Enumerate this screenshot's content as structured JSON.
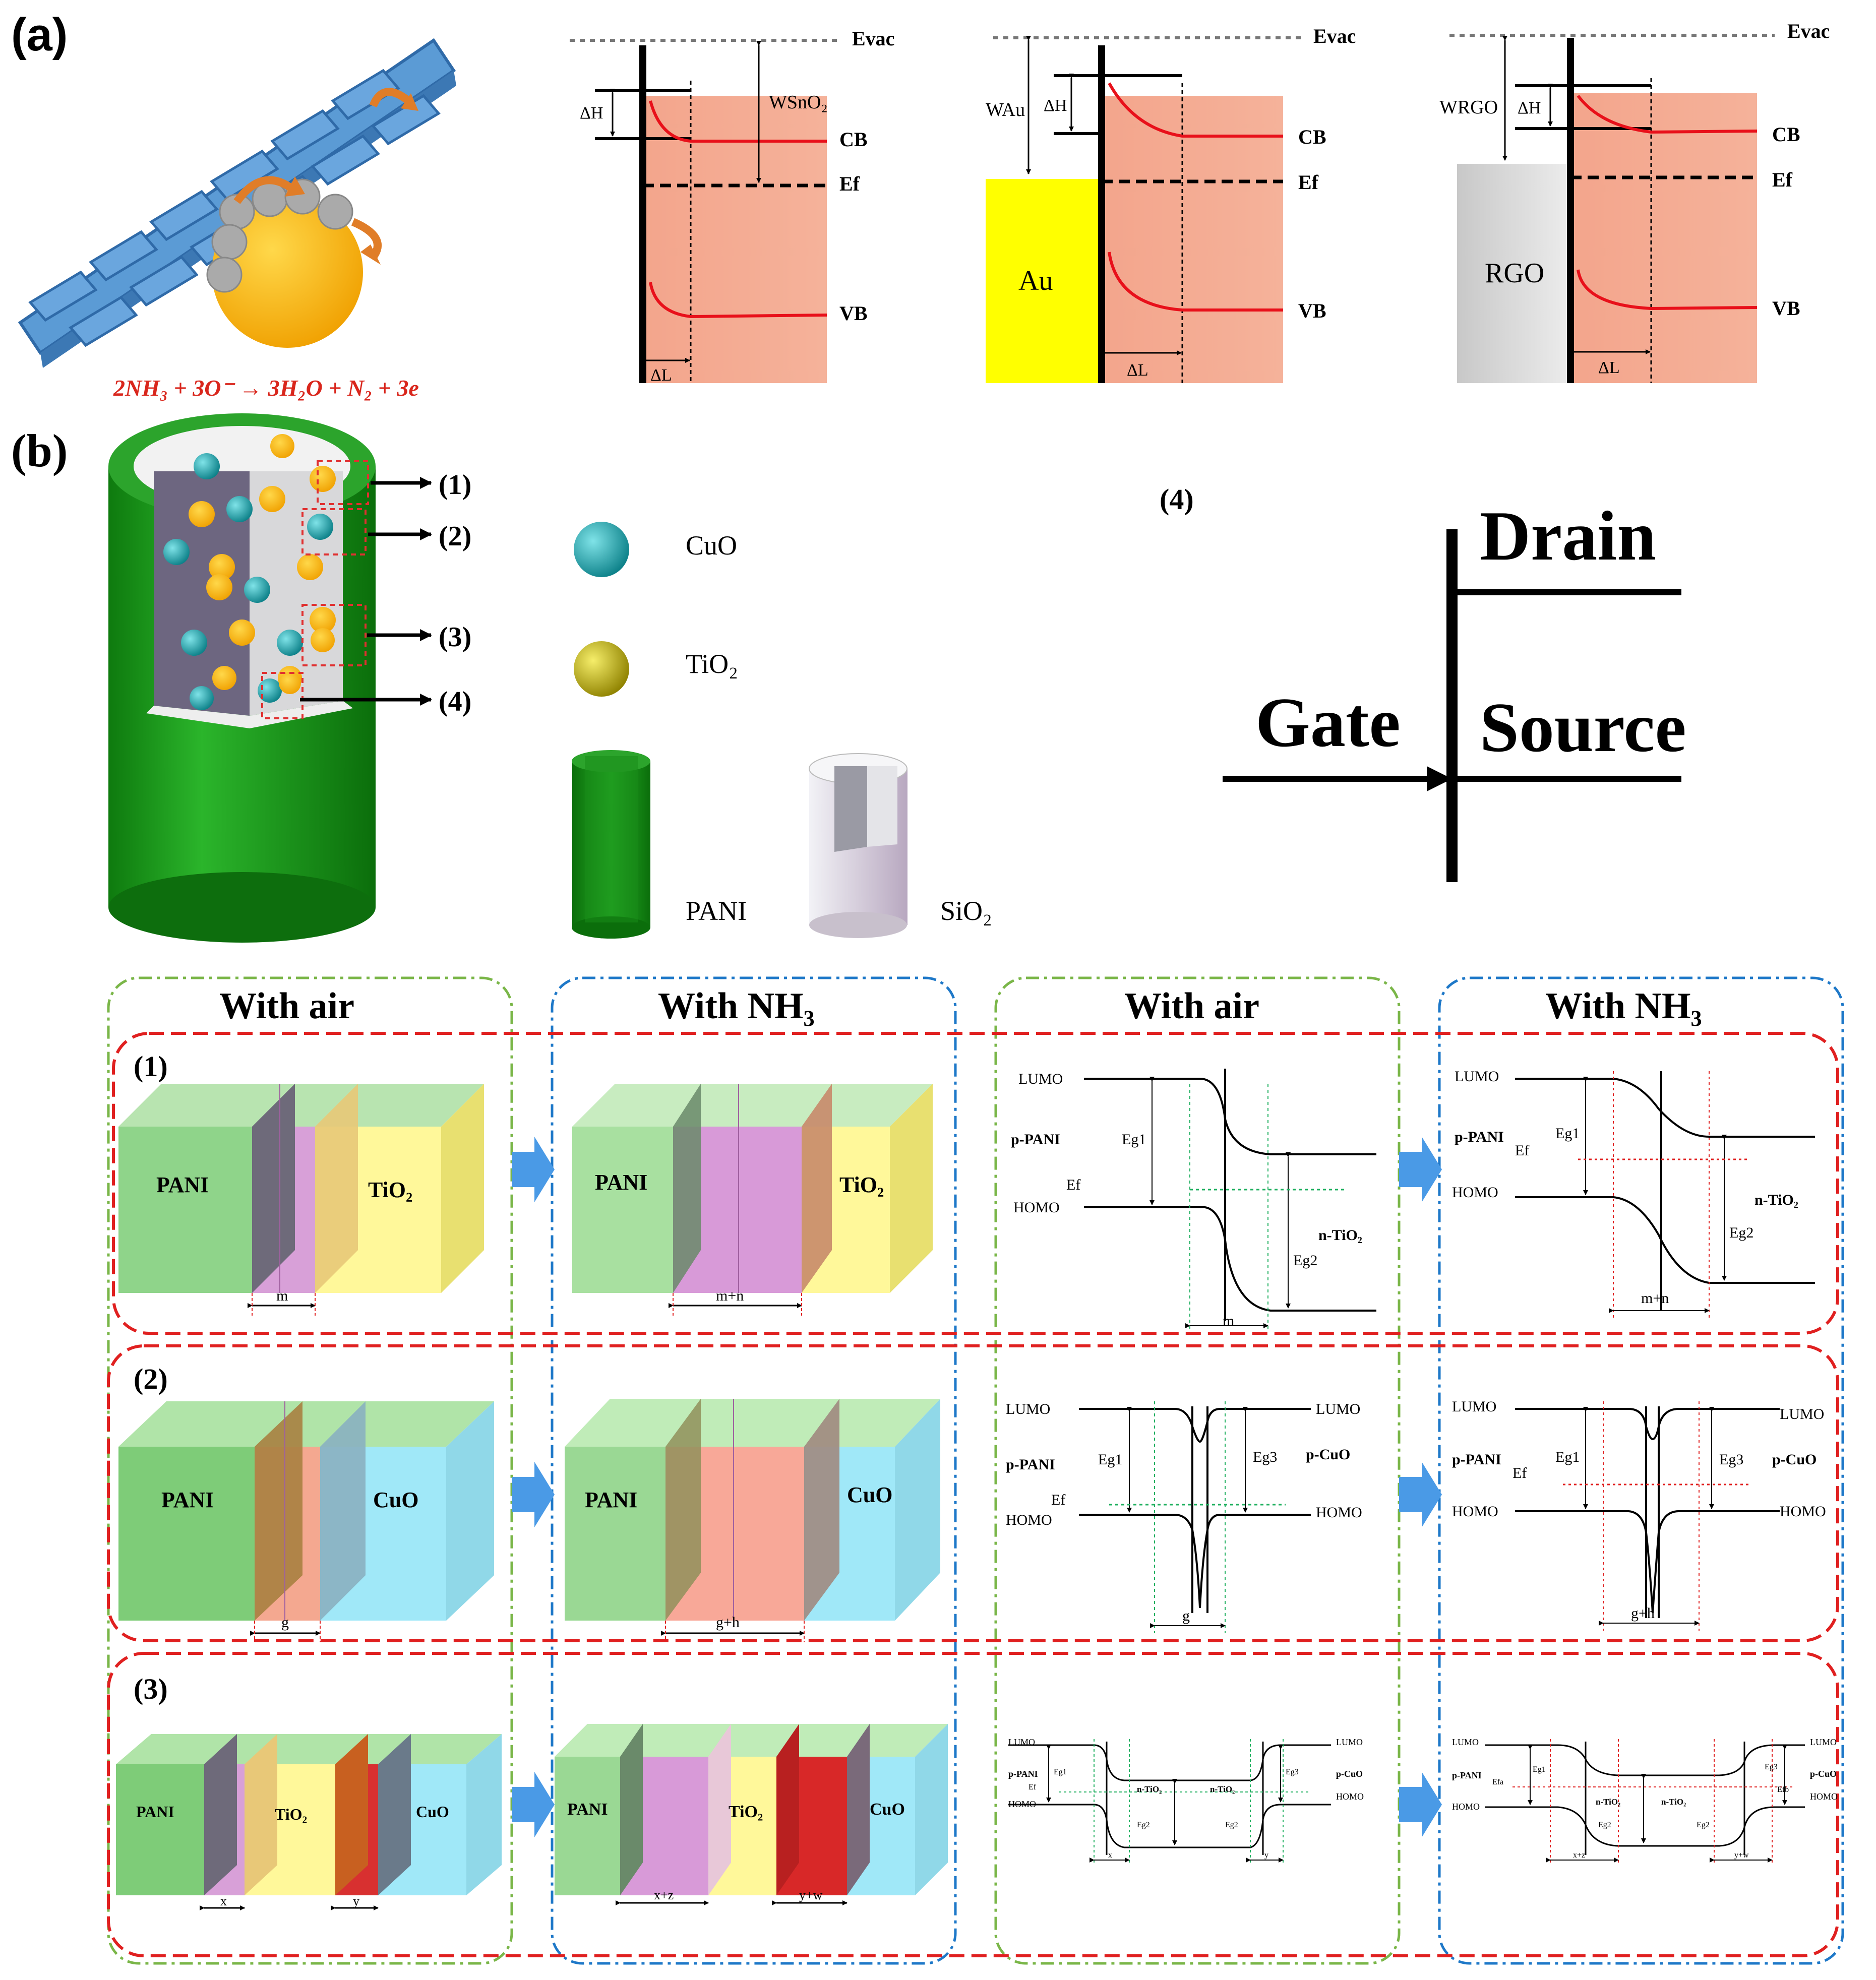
{
  "panel_labels": {
    "a": "(a)",
    "b": "(b)"
  },
  "reaction": "2NH₃ + 3O⁻ → 3H₂O + N₂ + 3e",
  "band_diagrams": {
    "evac": "Evac",
    "cb": "CB",
    "ef": "Ef",
    "vb": "VB",
    "dH": "ΔH",
    "dL": "ΔL",
    "w_sno2": "WSnO₂",
    "w_au": "WAu",
    "w_rgo": "WRGO",
    "au": "Au",
    "rgo": "RGO"
  },
  "structure": {
    "callouts": [
      "(1)",
      "(2)",
      "(3)",
      "(4)"
    ],
    "legend": {
      "cuo": "CuO",
      "tio2": "TiO₂",
      "pani": "PANI",
      "sio2": "SiO₂"
    },
    "colors": {
      "pani": "#1a8c1a",
      "cuo": "#1aa0a8",
      "tio2": "#d8c820"
    }
  },
  "transistor": {
    "label": "(4)",
    "drain": "Drain",
    "gate": "Gate",
    "source": "Source"
  },
  "columns": [
    "With air",
    "With NH₃",
    "With air",
    "With NH₃"
  ],
  "rows": {
    "r1": {
      "label": "(1)",
      "left": "PANI",
      "right": "TiO₂",
      "w_air": "m",
      "w_nh3": "m+n"
    },
    "r2": {
      "label": "(2)",
      "left": "PANI",
      "right": "CuO",
      "w_air": "g",
      "w_nh3": "g+h"
    },
    "r3": {
      "label": "(3)",
      "left": "PANI",
      "mid": "TiO₂",
      "right": "CuO",
      "w_air_a": "x",
      "w_air_b": "y",
      "w_nh3_a": "x+z",
      "w_nh3_b": "y+w"
    }
  },
  "energy": {
    "lumo": "LUMO",
    "homo": "HOMO",
    "ef": "Ef",
    "p_pani": "p-PANI",
    "n_tio2": "n-TiO₂",
    "p_cuo": "p-CuO",
    "eg1": "Eg1",
    "eg2": "Eg2",
    "eg3": "Eg3",
    "efa": "Efa",
    "efb": "Efb"
  }
}
